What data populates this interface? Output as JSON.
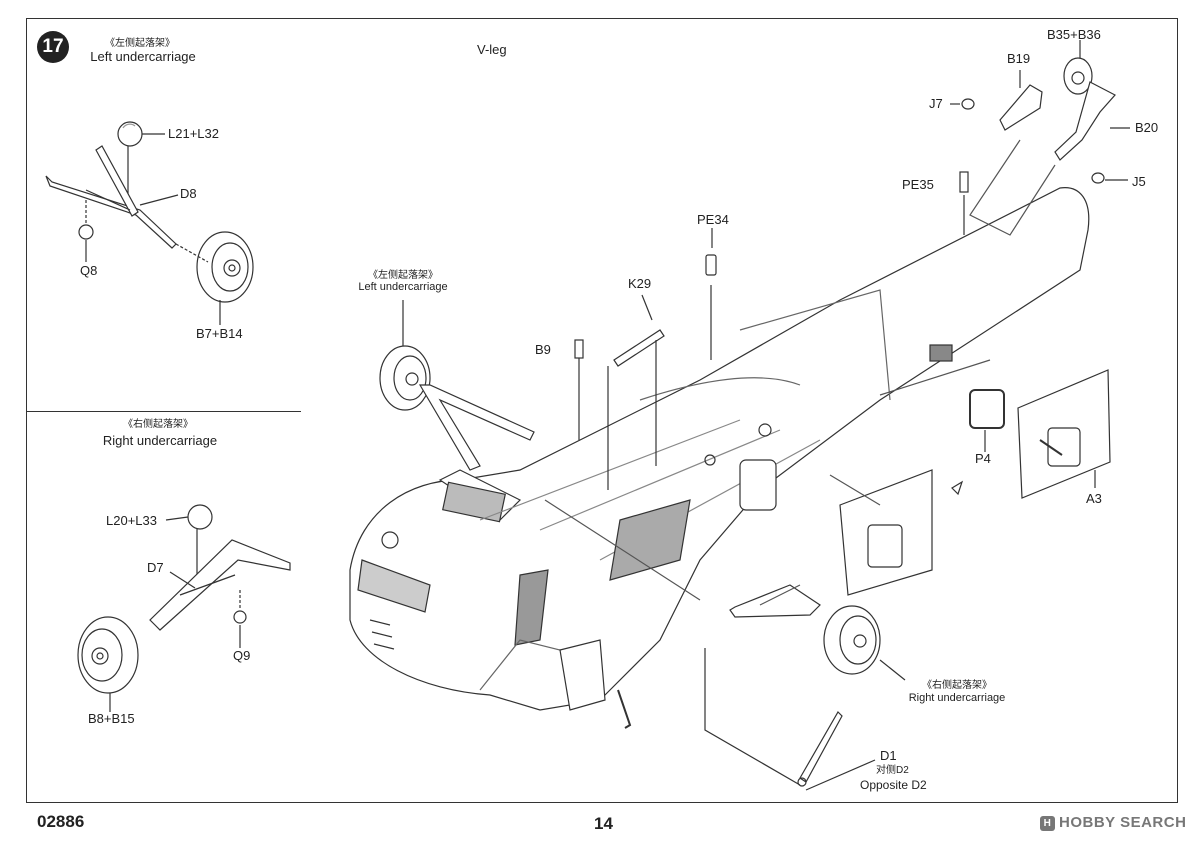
{
  "step": {
    "number": "17"
  },
  "inset_left": {
    "title_cn": "《左侧起落架》",
    "title_en": "Left undercarriage",
    "parts": {
      "hub_pair": "L21+L32",
      "strut": "D8",
      "cap": "Q8",
      "wheel_pair": "B7+B14"
    }
  },
  "inset_right": {
    "title_cn": "《右侧起落架》",
    "title_en": "Right undercarriage",
    "parts": {
      "hub_pair": "L20+L33",
      "strut": "D7",
      "cap": "Q9",
      "wheel_pair": "B8+B15"
    }
  },
  "main": {
    "vleg_label": "V-leg",
    "left_ucarr_cn": "《左侧起落架》",
    "left_ucarr_en": "Left undercarriage",
    "right_ucarr_cn": "《右侧起落架》",
    "right_ucarr_en": "Right undercarriage",
    "parts": {
      "b35b36": "B35+B36",
      "b19": "B19",
      "j7": "J7",
      "b20": "B20",
      "j5": "J5",
      "pe35": "PE35",
      "pe34": "PE34",
      "k29": "K29",
      "b9": "B9",
      "p4": "P4",
      "a3": "A3",
      "d1": "D1",
      "d2_cn": "对侧D2",
      "d2_en": "Opposite D2"
    }
  },
  "footer": {
    "code": "02886",
    "page": "14",
    "watermark": "HOBBY SEARCH"
  }
}
